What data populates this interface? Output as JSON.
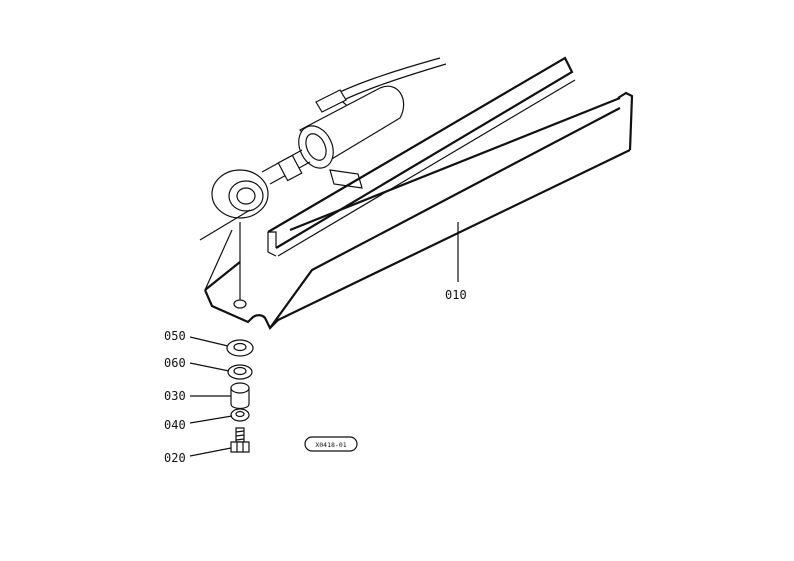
{
  "diagram": {
    "callouts": [
      {
        "id": "c010",
        "label": "010"
      },
      {
        "id": "c050",
        "label": "050"
      },
      {
        "id": "c060",
        "label": "060"
      },
      {
        "id": "c030",
        "label": "030"
      },
      {
        "id": "c040",
        "label": "040"
      },
      {
        "id": "c020",
        "label": "020"
      }
    ],
    "stamp": "X0418-01"
  }
}
